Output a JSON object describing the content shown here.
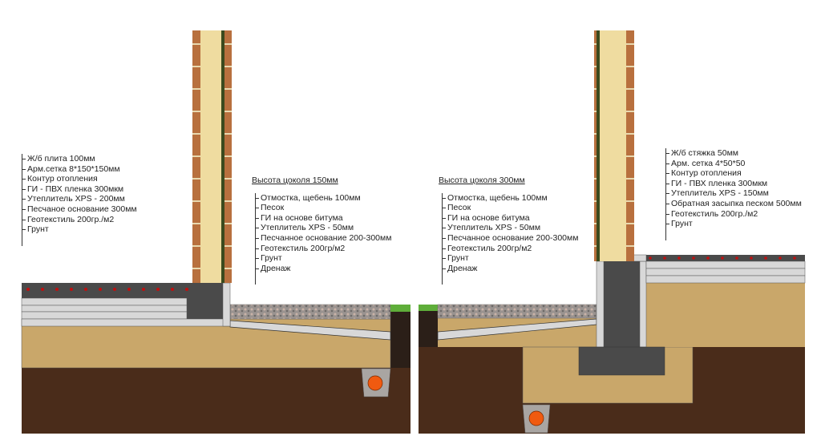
{
  "left_section": {
    "floor_layers": [
      "Ж/б плита 100мм",
      "Арм.сетка 8*150*150мм",
      "Контур отопления",
      "ГИ - ПВХ пленка 300мкм",
      "Утеплитель XPS - 200мм",
      "Песчаное основание 300мм",
      "Геотекстиль 200гр./м2",
      "Грунт"
    ],
    "plinth_title": "Высота цоколя 150мм",
    "outside_layers": [
      "Отмостка, щебень 100мм",
      "Песок",
      "ГИ на основе битума",
      "Утеплитель XPS - 50мм",
      "Песчанное основание 200-300мм",
      "Геотекстиль 200гр/м2",
      "Грунт",
      "Дренаж"
    ]
  },
  "right_section": {
    "plinth_title": "Высота цоколя 300мм",
    "outside_layers": [
      "Отмостка, щебень 100мм",
      "Песок",
      "ГИ на основе битума",
      "Утеплитель XPS - 50мм",
      "Песчанное основание 200-300мм",
      "Геотекстиль 200гр/м2",
      "Грунт",
      "Дренаж"
    ],
    "floor_layers": [
      "Ж/б стяжка 50мм",
      "Арм. сетка 4*50*50",
      "Контур отопления",
      "ГИ - ПВХ пленка 300мкм",
      "Утеплитель XPS - 150мм",
      "Обратная засыпка песком 500мм",
      "Геотекстиль 200гр./м2",
      "Грунт"
    ]
  },
  "colors": {
    "soil": "#4a2c1a",
    "sand": "#c9a76a",
    "concrete": "#4a4a4a",
    "insulation": "#d8d8d8",
    "gravel": "#9a9390",
    "grass": "#5fae3a",
    "pipe": "#f05a10",
    "wood": "#efdca0",
    "brick": "#b8703e"
  }
}
